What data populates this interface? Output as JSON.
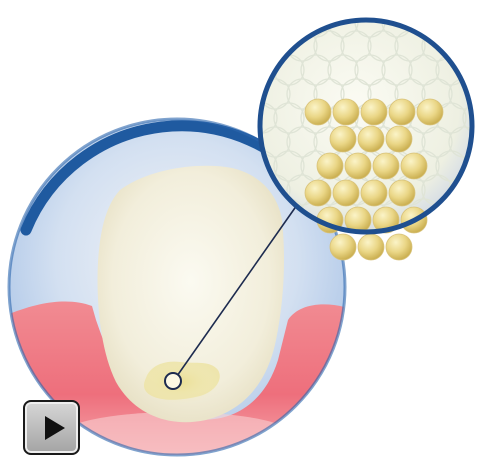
{
  "diagram": {
    "colors": {
      "outer_ring": "#1f5aa0",
      "background_blue": "#c8daf0",
      "gum": "#f07c84",
      "tooth": "#efebd6",
      "lesion": "#e8dd92",
      "crystal": "#e6d27a",
      "pointer_line": "#1d2b4f"
    },
    "magnifier": {
      "crystal_layout": [
        5,
        3,
        4,
        4,
        4,
        3
      ],
      "background_cells": "hexagonal-outline"
    }
  },
  "controls": {
    "play": {
      "icon": "play-icon",
      "colors": {
        "face": "#c4c4c4",
        "border": "#1a1a1a",
        "glyph": "#111111"
      }
    }
  }
}
